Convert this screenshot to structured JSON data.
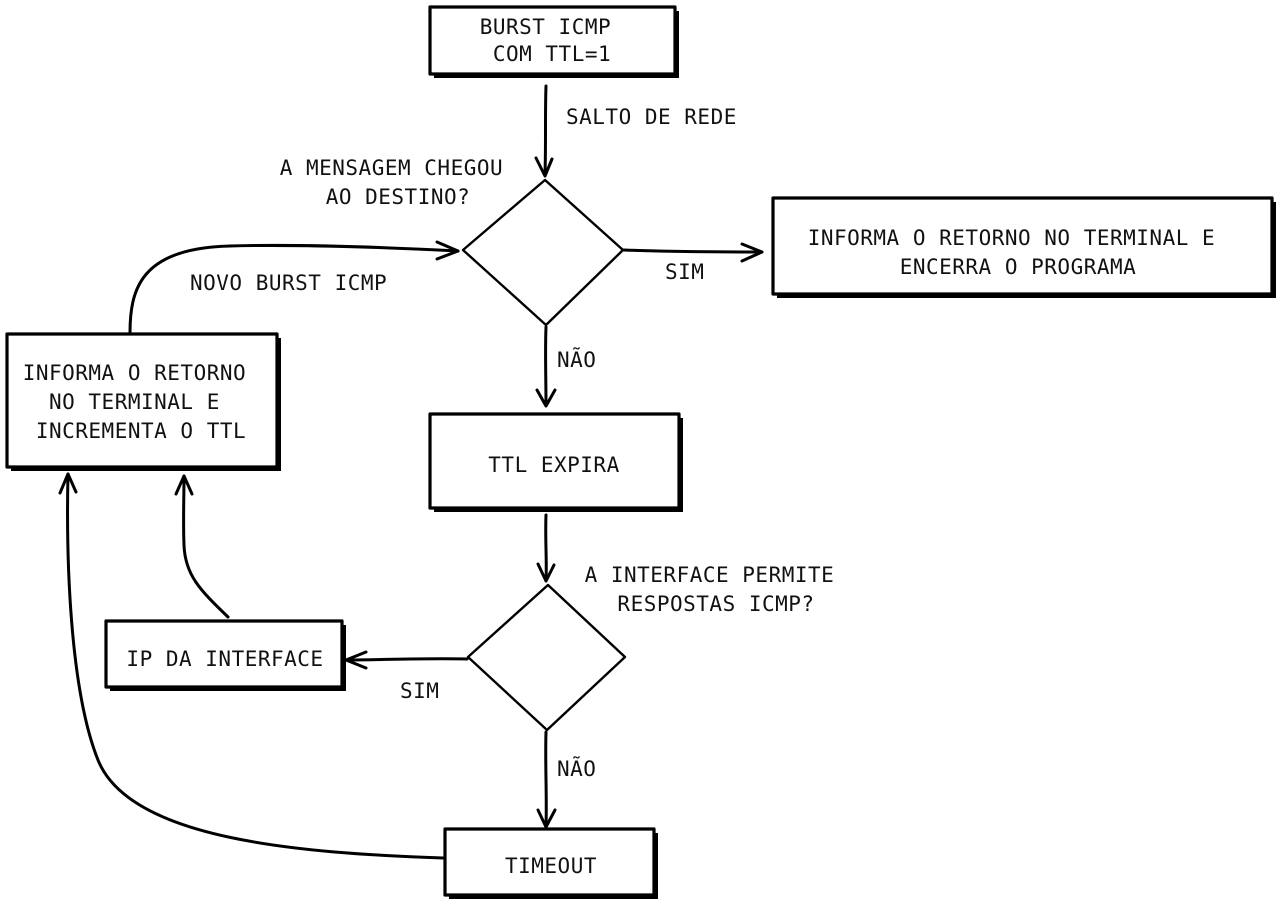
{
  "nodes": {
    "start": {
      "lines": [
        "BURST ICMP",
        "COM TTL=1"
      ]
    },
    "decision_destination": {
      "lines": [
        "A MENSAGEM CHEGOU",
        "AO DESTINO?"
      ]
    },
    "report_end": {
      "lines": [
        "INFORMA O RETORNO NO TERMINAL E",
        "ENCERRA O PROGRAMA"
      ]
    },
    "report_increment": {
      "lines": [
        "INFORMA O RETORNO",
        "NO TERMINAL E",
        "INCREMENTA O TTL"
      ]
    },
    "ttl_expires": {
      "lines": [
        "TTL EXPIRA"
      ]
    },
    "decision_icmp": {
      "lines": [
        "A INTERFACE PERMITE",
        "RESPOSTAS ICMP?"
      ]
    },
    "interface_ip": {
      "lines": [
        "IP DA INTERFACE"
      ]
    },
    "timeout": {
      "lines": [
        "TIMEOUT"
      ]
    }
  },
  "edges": {
    "hop": "SALTO DE REDE",
    "dest_yes": "SIM",
    "dest_no": "NÃO",
    "new_burst": "NOVO BURST ICMP",
    "icmp_yes": "SIM",
    "icmp_no": "NÃO"
  }
}
